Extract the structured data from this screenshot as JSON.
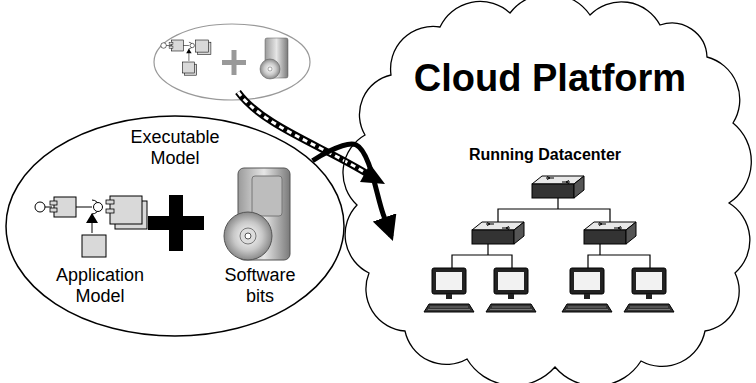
{
  "diagram": {
    "nodes": [
      {
        "text": [
          "Executable Model",
          "Application Model",
          "Software bits"
        ]
      },
      {
        "text": [
          "Cloud Platform",
          "Running Datacenter"
        ]
      }
    ],
    "edges": [
      {
        "from": 0,
        "to": 1,
        "arrow": "to"
      }
    ]
  }
}
